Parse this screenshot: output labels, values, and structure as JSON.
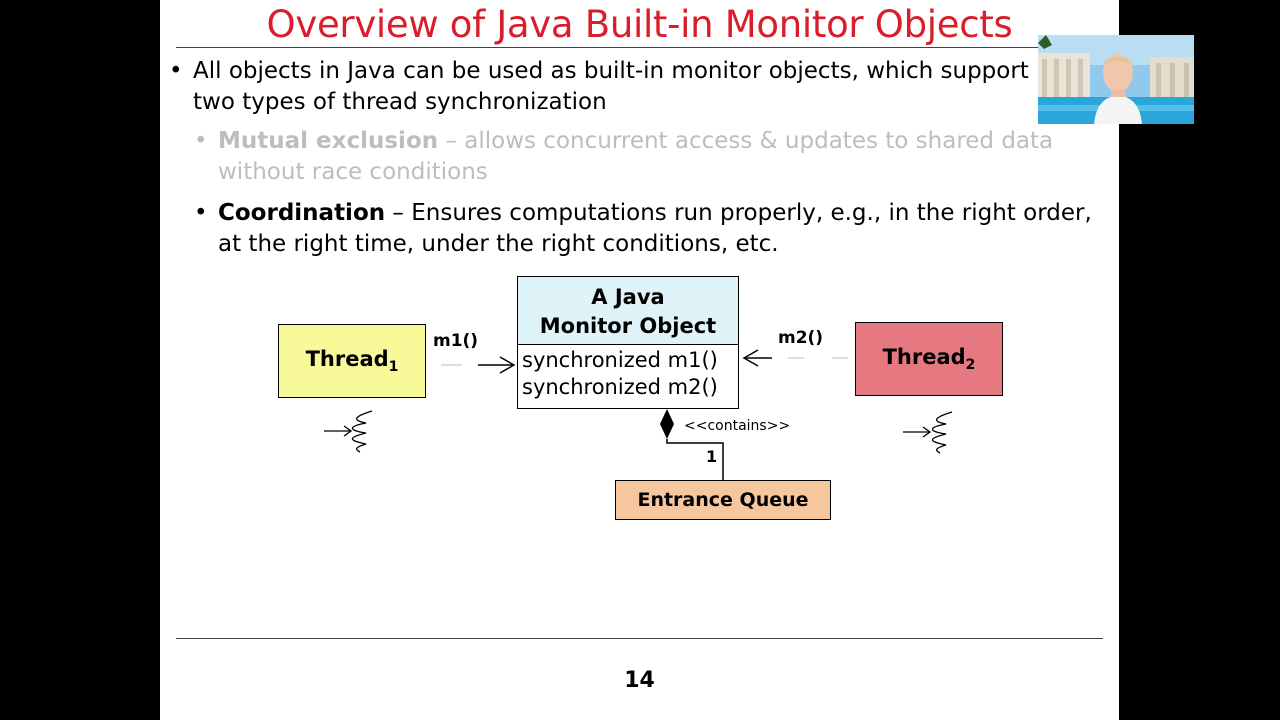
{
  "slide": {
    "title": "Overview of Java Built-in Monitor Objects",
    "bullet1": {
      "text": "All objects in Java can be used as built-in monitor objects, which support two types of thread synchronization"
    },
    "bullet2": {
      "label": "Mutual exclusion",
      "text": " – allows concurrent access & updates to shared data without race conditions"
    },
    "bullet3": {
      "label": "Coordination",
      "text": " – Ensures computations run properly, e.g., in the right order, at the right time, under the right conditions, etc."
    },
    "page_number": "14"
  },
  "diagram": {
    "thread1": {
      "label": "Thread",
      "sub": "1",
      "color": "#f8fa9a"
    },
    "thread2": {
      "label": "Thread",
      "sub": "2",
      "color": "#e57880"
    },
    "monitor": {
      "title_line1": "A Java",
      "title_line2": "Monitor Object",
      "method1": "synchronized m1()",
      "method2": "synchronized m2()",
      "header_color": "#dff3f9"
    },
    "call1": "m1()",
    "call2": "m2()",
    "relation": "<<contains>>",
    "multiplicity": "1",
    "queue": {
      "label": "Entrance Queue",
      "color": "#f6c79e"
    }
  },
  "colors": {
    "title": "#d81e2a",
    "dimmed": "#bdbdbd"
  },
  "webcam": {
    "description_icon": "presenter-webcam-icon"
  }
}
